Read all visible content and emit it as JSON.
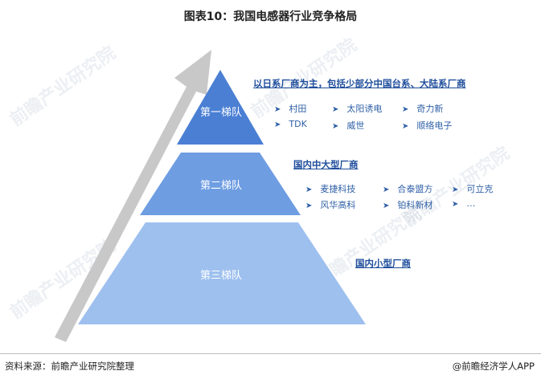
{
  "title": "图表10：我国电感器行业竞争格局",
  "tiers": [
    {
      "label": "第一梯队",
      "heading": "以日系厂商为主，包括少部分中国台系、大陆系厂商",
      "items": [
        "村田",
        "太阳诱电",
        "奇力新",
        "TDK",
        "威世",
        "顺络电子"
      ]
    },
    {
      "label": "第二梯队",
      "heading": "国内中大型厂商",
      "items": [
        "麦捷科技",
        "合泰盟方",
        "可立克",
        "风华高科",
        "铂科新材",
        "…"
      ]
    },
    {
      "label": "第三梯队",
      "heading": "国内小型厂商",
      "items": []
    }
  ],
  "footer": {
    "source": "资料来源：前瞻产业研究院整理",
    "brand": "@前瞻经济学人APP"
  },
  "watermark": "前瞻产业研究院",
  "colors": {
    "tier1": "#4a7fd4",
    "tier2": "#6e9de2",
    "tier3": "#9ec0ef",
    "arrow": "#c8c8c8",
    "heading": "#1f4e9c"
  }
}
